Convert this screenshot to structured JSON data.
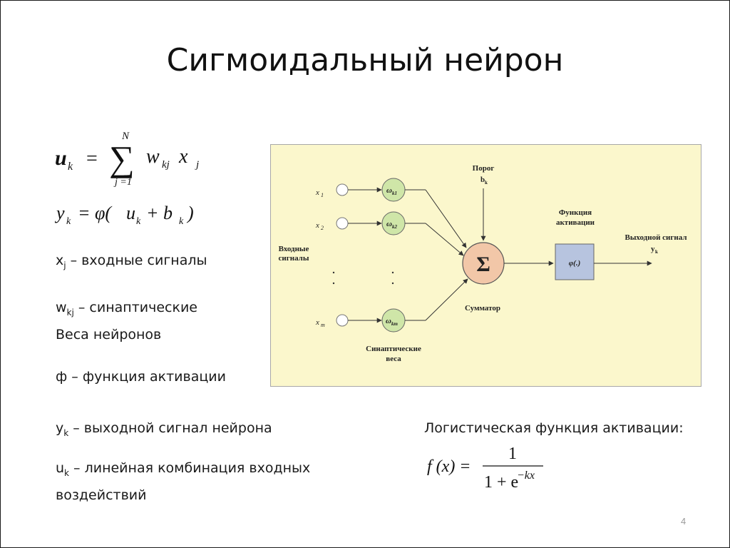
{
  "title": "Сигмоидальный нейрон",
  "formula_uk": {
    "lhs_base": "u",
    "lhs_sub": "k",
    "eq": "=",
    "sum_symbol": "∑",
    "sum_upper": "N",
    "sum_lower": "j =1",
    "w_base": "w",
    "w_sub": "kj",
    "x_base": "x",
    "x_sub": "j"
  },
  "formula_yk": {
    "y_base": "y",
    "y_sub": "k",
    "eq_phi": "= φ(",
    "u_base": "u",
    "u_sub": "k",
    "plus_b": "+ b",
    "b_sub": "k",
    "close": ")"
  },
  "descriptions": {
    "xj": {
      "sym": "x",
      "sub": "j",
      "text": " – входные сигналы"
    },
    "wkj": {
      "sym": "w",
      "sub": "kj",
      "text": " – синаптические",
      "line2": "Веса нейронов"
    },
    "phi": {
      "text": "ф – функция активации"
    },
    "yk": {
      "sym": "y",
      "sub": "k",
      "text": " – выходной сигнал нейрона"
    },
    "uk": {
      "sym": "u",
      "sub": "k",
      "text": " – линейная комбинация входных",
      "line2": "воздействий"
    }
  },
  "logistic": {
    "label": "Логистическая функция активации:",
    "lhs": "f (x) =",
    "numerator": "1",
    "denominator": "1 + e",
    "exponent": "−kx"
  },
  "diagram": {
    "colors": {
      "background": "#fbf7cc",
      "border": "#a8a8a8",
      "weight_node": "#cfe6a8",
      "summator": "#f2c7a8",
      "activation_box": "#b7c4df",
      "line": "#333333"
    },
    "inputs": [
      {
        "base": "x",
        "sub": "1"
      },
      {
        "base": "x",
        "sub": "2"
      },
      {
        "base": "x",
        "sub": "m"
      }
    ],
    "weights": [
      {
        "base": "ω",
        "sub": "k1"
      },
      {
        "base": "ω",
        "sub": "k2"
      },
      {
        "base": "ω",
        "sub": "km"
      }
    ],
    "input_signals_line1": "Входные",
    "input_signals_line2": "сигналы",
    "synaptic_line1": "Синаптические",
    "synaptic_line2": "веса",
    "threshold_line1": "Порог",
    "threshold_base": "b",
    "threshold_sub": "k",
    "summator_symbol": "Σ",
    "summator_label": "Сумматор",
    "activation_line1": "Функция",
    "activation_line2": "активации",
    "activation_symbol": "φ(.)",
    "output_line1": "Выходной сигнал",
    "output_base": "y",
    "output_sub": "k"
  },
  "page_number": "4"
}
